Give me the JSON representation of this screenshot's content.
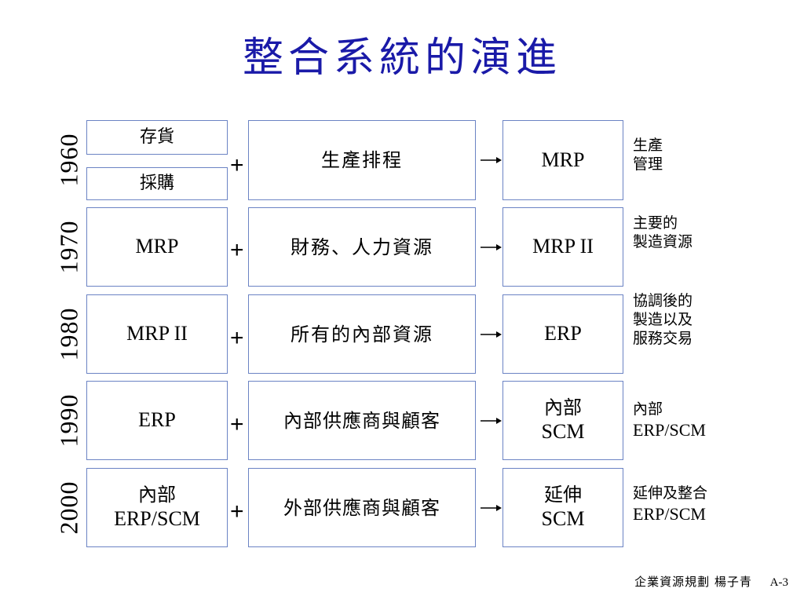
{
  "title": "整合系統的演進",
  "rows": [
    {
      "year": "1960",
      "inputs": [
        "存貨",
        "採購"
      ],
      "plus": "+",
      "process": "生產排程",
      "result": "MRP",
      "note": [
        "生產",
        "管理"
      ]
    },
    {
      "year": "1970",
      "input": "MRP",
      "plus": "+",
      "process": "財務、人力資源",
      "result": "MRP II",
      "note": [
        "主要的",
        "製造資源"
      ]
    },
    {
      "year": "1980",
      "input": "MRP II",
      "plus": "+",
      "process": "所有的內部資源",
      "result": "ERP",
      "note": [
        "協調後的",
        "製造以及",
        "服務交易"
      ]
    },
    {
      "year": "1990",
      "input": "ERP",
      "plus": "+",
      "process": "內部供應商與顧客",
      "result": [
        "內部",
        "SCM"
      ],
      "note": [
        "內部",
        "ERP/SCM"
      ]
    },
    {
      "year": "2000",
      "input": [
        "內部",
        "ERP/SCM"
      ],
      "plus": "+",
      "process": "外部供應商與顧客",
      "result": [
        "延伸",
        "SCM"
      ],
      "note": [
        "延伸及整合",
        "ERP/SCM"
      ]
    }
  ],
  "footer": {
    "course": "企業資源規劃 楊子青",
    "page": "A-3"
  }
}
